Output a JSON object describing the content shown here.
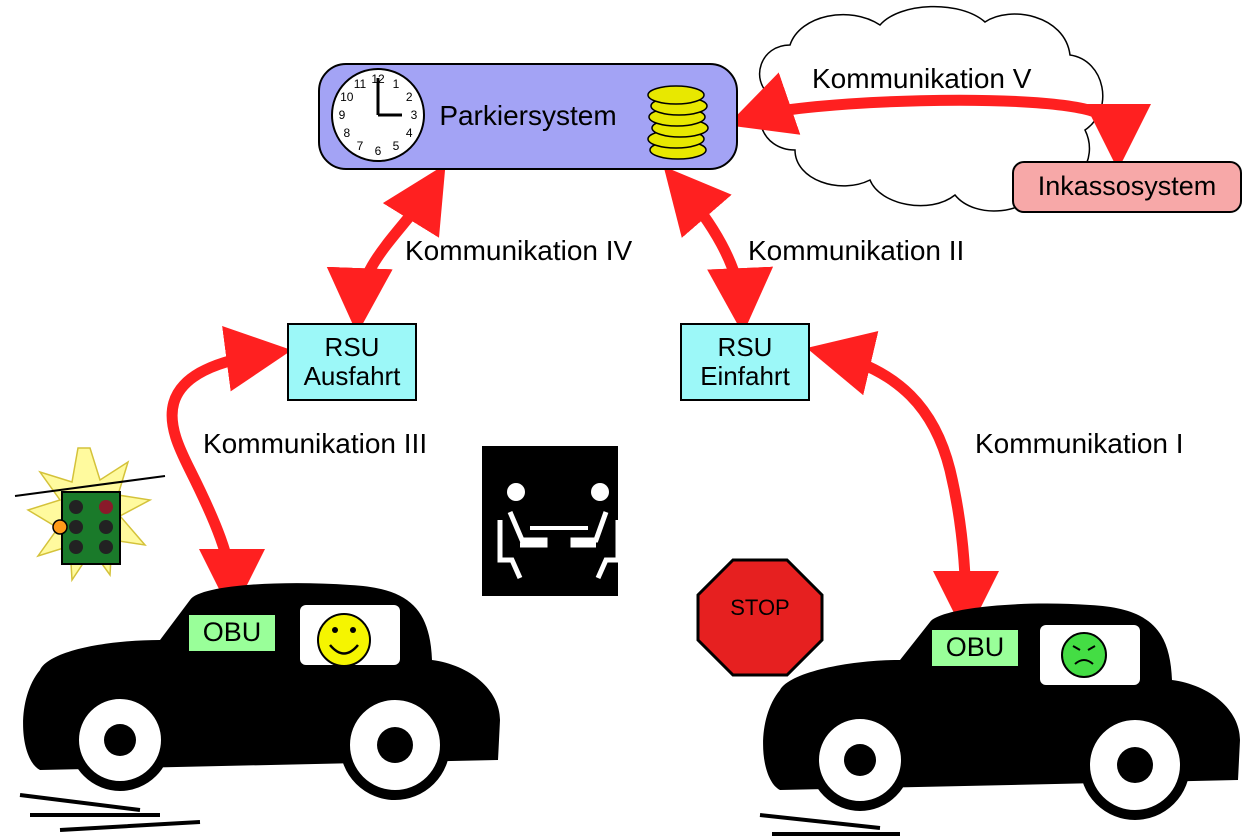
{
  "colors": {
    "arrow": "#ff2020",
    "parking_fill": "#a3a3f5",
    "rsu_fill": "#9cf8f8",
    "obu_fill": "#99ff99",
    "inkasso_fill": "#f7a8a8",
    "coin_fill": "#e8e800",
    "stop_fill": "#e62020",
    "smiley_yellow": "#f5f500",
    "smiley_green": "#44dd44"
  },
  "parking_system": {
    "label": "Parkiersystem"
  },
  "clock": {
    "numerals": [
      "12",
      "1",
      "2",
      "3",
      "4",
      "5",
      "6",
      "7",
      "8",
      "9",
      "10",
      "11"
    ]
  },
  "rsu_exit": {
    "line1": "RSU",
    "line2": "Ausfahrt"
  },
  "rsu_entry": {
    "line1": "RSU",
    "line2": "Einfahrt"
  },
  "inkasso": {
    "label": "Inkassosystem"
  },
  "obu_left": {
    "label": "OBU"
  },
  "obu_right": {
    "label": "OBU"
  },
  "stop_sign": {
    "label": "STOP"
  },
  "communications": {
    "c1": "Kommunikation I",
    "c2": "Kommunikation II",
    "c3": "Kommunikation III",
    "c4": "Kommunikation IV",
    "c5": "Kommunikation V"
  },
  "icons": [
    "clock-icon",
    "coin-stack-icon",
    "cloud-icon",
    "traffic-light-icon",
    "meeting-icon",
    "stop-sign-icon",
    "car-icon",
    "smiley-icon"
  ]
}
